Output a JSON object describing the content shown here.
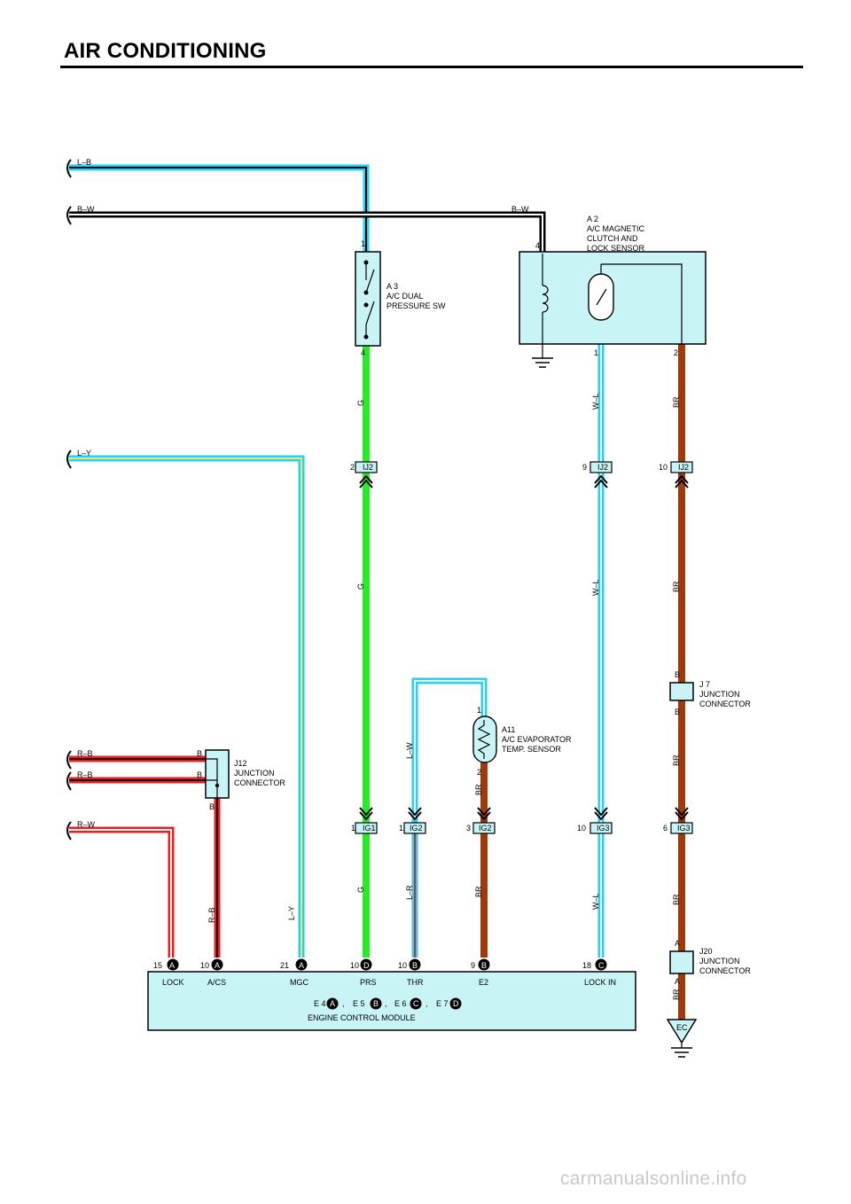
{
  "title": "AIR CONDITIONING",
  "watermark": "carmanualsonline.info",
  "colors": {
    "L": "#22d3f5",
    "B": "#000000",
    "Y": "#f2e36a",
    "G": "#22ee22",
    "R": "#ee1c1c",
    "W": "#ffffff",
    "BR": "#a13a0a",
    "component_fill": "#c9f4f6"
  },
  "left_wire_labels": [
    "L–B",
    "B–W",
    "L–Y",
    "R–B",
    "R–B",
    "R–W"
  ],
  "components": {
    "a3": {
      "lines": [
        "A 3",
        "A/C DUAL",
        "PRESSURE SW"
      ],
      "pins": [
        "1",
        "4"
      ]
    },
    "a2": {
      "lines": [
        "A 2",
        "A/C MAGNETIC",
        "CLUTCH AND",
        "LOCK SENSOR"
      ],
      "pins": [
        "4",
        "1",
        "2"
      ],
      "wire_in": "B–W"
    },
    "a11": {
      "lines": [
        "A11",
        "A/C EVAPORATOR",
        "TEMP.  SENSOR"
      ],
      "pins": [
        "1",
        "2"
      ]
    },
    "j12": {
      "lines": [
        "J12",
        "JUNCTION",
        "CONNECTOR"
      ],
      "pins": [
        "B",
        "B",
        "B"
      ]
    },
    "j7": {
      "lines": [
        "J 7",
        "JUNCTION",
        "CONNECTOR"
      ],
      "pins": [
        "B",
        "B"
      ]
    },
    "j20": {
      "lines": [
        "J20",
        "JUNCTION",
        "CONNECTOR"
      ],
      "pins": [
        "A",
        "A"
      ]
    },
    "ec": "EC"
  },
  "wire_labels": {
    "g1": "G",
    "g2": "G",
    "g3": "G",
    "wl1": "W–L",
    "wl2": "W–L",
    "wl3": "W–L",
    "br1": "BR",
    "br2": "BR",
    "br3": "BR",
    "br4": "BR",
    "br5": "BR",
    "br6": "BR",
    "br7": "BR",
    "lw": "L–W",
    "lr": "L–R",
    "rb": "R–B",
    "ly": "L–Y"
  },
  "connectors_ij2": [
    {
      "pin": "2",
      "name": "IJ2"
    },
    {
      "pin": "9",
      "name": "IJ2"
    },
    {
      "pin": "10",
      "name": "IJ2"
    }
  ],
  "connectors_ig": [
    {
      "pin": "1",
      "name": "IG1"
    },
    {
      "pin": "1",
      "name": "IG2"
    },
    {
      "pin": "3",
      "name": "IG2"
    },
    {
      "pin": "10",
      "name": "IG3"
    },
    {
      "pin": "6",
      "name": "IG3"
    }
  ],
  "ecm": {
    "pins": [
      {
        "num": "15",
        "conn": "A",
        "name": "LOCK"
      },
      {
        "num": "10",
        "conn": "A",
        "name": "A/CS"
      },
      {
        "num": "21",
        "conn": "A",
        "name": "MGC"
      },
      {
        "num": "10",
        "conn": "D",
        "name": "PRS"
      },
      {
        "num": "10",
        "conn": "B",
        "name": "THR"
      },
      {
        "num": "9",
        "conn": "B",
        "name": "E2"
      },
      {
        "num": "18",
        "conn": "C",
        "name": "LOCK IN"
      }
    ],
    "connector_list": [
      {
        "code": "E 4",
        "letter": "A"
      },
      {
        "code": "E 5",
        "letter": "B"
      },
      {
        "code": "E 6",
        "letter": "C"
      },
      {
        "code": "E 7",
        "letter": "D"
      }
    ],
    "separator": ",",
    "name": "ENGINE CONTROL MODULE"
  }
}
